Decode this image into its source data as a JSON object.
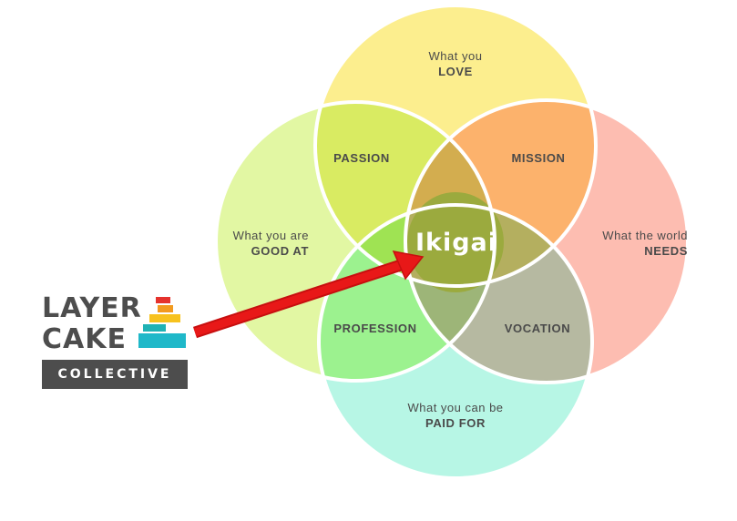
{
  "circles": {
    "top": {
      "line1": "What you",
      "line2": "LOVE",
      "color": "#FCEE8E"
    },
    "left": {
      "line1": "What you are",
      "line2": "GOOD AT",
      "color": "#E2F7A3"
    },
    "right": {
      "line1": "What the world",
      "line2": "NEEDS",
      "color": "#FDBDB1"
    },
    "bottom": {
      "line1": "What you can be",
      "line2": "PAID FOR",
      "color": "#B7F6E5"
    }
  },
  "overlaps": {
    "passion": "PASSION",
    "mission": "MISSION",
    "profession": "PROFESSION",
    "vocation": "VOCATION"
  },
  "center": {
    "label": "Ikigai",
    "color": "#9BAA3E"
  },
  "logo": {
    "line1": "LAYER",
    "line2": "CAKE",
    "line3": "COLLECTIVE"
  },
  "arrow": {
    "color": "#E01515"
  }
}
